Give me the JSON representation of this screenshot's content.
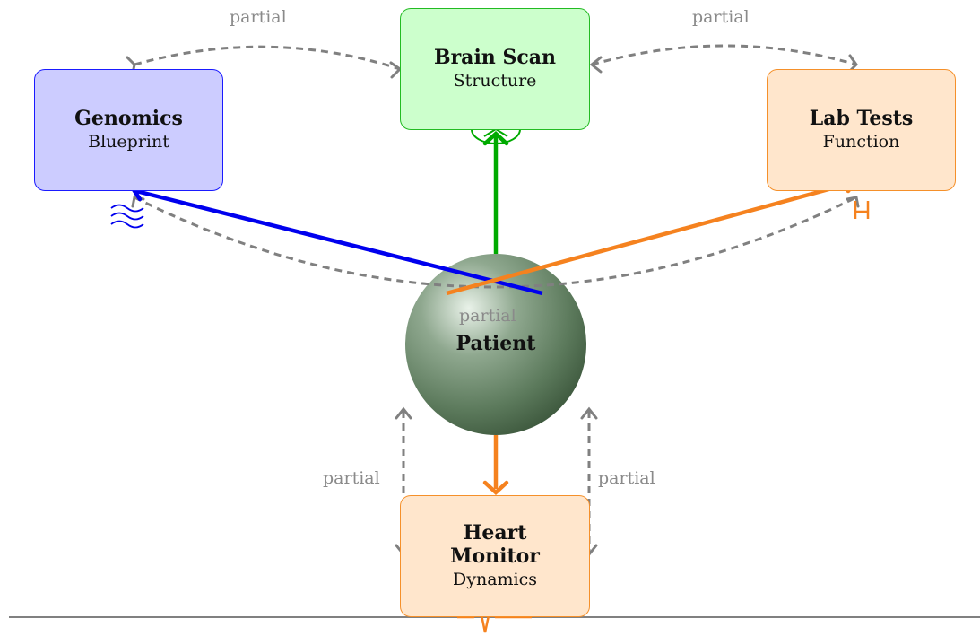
{
  "nodes": {
    "genomics": {
      "title": "Genomics",
      "subtitle": "Blueprint"
    },
    "brain_scan": {
      "title": "Brain Scan",
      "subtitle": "Structure"
    },
    "lab_tests": {
      "title": "Lab Tests",
      "subtitle": "Function"
    },
    "heart_monitor": {
      "title": "Heart Monitor",
      "subtitle": "Dynamics"
    },
    "patient": {
      "title": "Patient"
    }
  },
  "edge_labels": {
    "genomics_brain": "partial",
    "brain_lab": "partial",
    "genomics_lab": "partial",
    "heart_left": "partial",
    "heart_right": "partial"
  },
  "colors": {
    "genomics": "#0000ee",
    "brain_scan": "#00aa00",
    "lab_tests": "#f5821f",
    "heart_monitor": "#f5821f",
    "partial": "#808080"
  },
  "icons": {
    "genomics": "wave-icon",
    "brain_scan": "brain-icon",
    "lab_tests": "flask-icon",
    "heart_monitor": "heartbeat-icon"
  }
}
